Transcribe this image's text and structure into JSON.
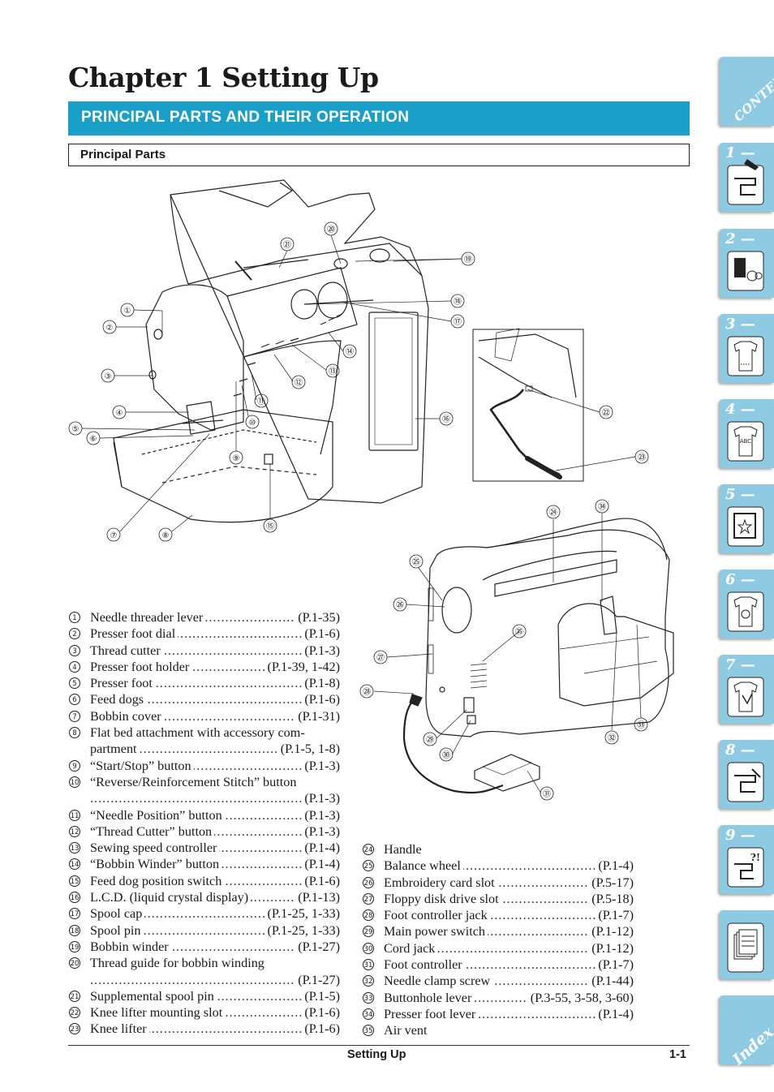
{
  "chapter_title": "Chapter 1  Setting Up",
  "section_title": "PRINCIPAL PARTS AND THEIR OPERATION",
  "subsection_title": "Principal Parts",
  "callout_numbers": [
    "①",
    "②",
    "③",
    "④",
    "⑤",
    "⑥",
    "⑦",
    "⑧",
    "⑨",
    "⑩",
    "⑪",
    "⑫",
    "⑬",
    "⑭",
    "⑮",
    "⑯",
    "⑰",
    "⑱",
    "⑲",
    "⑳",
    "㉑",
    "㉒",
    "㉓",
    "㉔",
    "㉕",
    "㉖",
    "㉗",
    "㉘",
    "㉙",
    "㉚",
    "㉛",
    "㉜",
    "㉝",
    "㉞",
    "㉟"
  ],
  "parts_left": [
    {
      "num": "1",
      "label": "Needle threader lever",
      "ref": "(P.1-35)"
    },
    {
      "num": "2",
      "label": "Presser foot dial",
      "ref": "(P.1-6)"
    },
    {
      "num": "3",
      "label": "Thread cutter",
      "ref": "(P.1-3)"
    },
    {
      "num": "4",
      "label": "Presser foot holder",
      "ref": "(P.1-39, 1-42)"
    },
    {
      "num": "5",
      "label": "Presser foot",
      "ref": "(P.1-8)"
    },
    {
      "num": "6",
      "label": "Feed dogs",
      "ref": "(P.1-6)"
    },
    {
      "num": "7",
      "label": "Bobbin cover",
      "ref": "(P.1-31)"
    },
    {
      "num": "8",
      "label": "Flat bed attachment with accessory com-",
      "ref": ""
    },
    {
      "num": "",
      "label": "partment",
      "ref": "(P.1-5, 1-8)"
    },
    {
      "num": "9",
      "label": "“Start/Stop” button",
      "ref": "(P.1-3)"
    },
    {
      "num": "10",
      "label": "“Reverse/Reinforcement Stitch” button",
      "ref": ""
    },
    {
      "num": "",
      "label": "",
      "ref": "(P.1-3)"
    },
    {
      "num": "11",
      "label": "“Needle Position” button",
      "ref": "(P.1-3)"
    },
    {
      "num": "12",
      "label": "“Thread Cutter” button",
      "ref": "(P.1-3)"
    },
    {
      "num": "13",
      "label": "Sewing speed controller",
      "ref": "(P.1-4)"
    },
    {
      "num": "14",
      "label": "“Bobbin Winder” button",
      "ref": "(P.1-4)"
    },
    {
      "num": "15",
      "label": "Feed dog position switch",
      "ref": "(P.1-6)"
    },
    {
      "num": "16",
      "label": "L.C.D. (liquid crystal display)",
      "ref": "(P.1-13)"
    },
    {
      "num": "17",
      "label": "Spool cap",
      "ref": "(P.1-25, 1-33)"
    },
    {
      "num": "18",
      "label": "Spool pin",
      "ref": "(P.1-25, 1-33)"
    },
    {
      "num": "19",
      "label": "Bobbin winder",
      "ref": "(P.1-27)"
    },
    {
      "num": "20",
      "label": "Thread guide for bobbin winding",
      "ref": ""
    },
    {
      "num": "",
      "label": "",
      "ref": "(P.1-27)"
    },
    {
      "num": "21",
      "label": "Supplemental spool pin",
      "ref": "(P.1-5)"
    },
    {
      "num": "22",
      "label": "Knee lifter mounting slot",
      "ref": "(P.1-6)"
    },
    {
      "num": "23",
      "label": "Knee lifter",
      "ref": "(P.1-6)"
    }
  ],
  "parts_right": [
    {
      "num": "24",
      "label": "Handle",
      "ref": ""
    },
    {
      "num": "25",
      "label": "Balance wheel",
      "ref": "(P.1-4)"
    },
    {
      "num": "26",
      "label": "Embroidery card slot",
      "ref": "(P.5-17)"
    },
    {
      "num": "27",
      "label": "Floppy disk drive slot",
      "ref": "(P.5-18)"
    },
    {
      "num": "28",
      "label": "Foot controller jack",
      "ref": "(P.1-7)"
    },
    {
      "num": "29",
      "label": "Main power switch",
      "ref": "(P.1-12)"
    },
    {
      "num": "30",
      "label": "Cord jack",
      "ref": "(P.1-12)"
    },
    {
      "num": "31",
      "label": "Foot controller",
      "ref": "(P.1-7)"
    },
    {
      "num": "32",
      "label": "Needle clamp screw",
      "ref": "(P.1-44)"
    },
    {
      "num": "33",
      "label": "Buttonhole lever",
      "ref": "(P.3-55, 3-58, 3-60)"
    },
    {
      "num": "34",
      "label": "Presser foot lever",
      "ref": "(P.1-4)"
    },
    {
      "num": "35",
      "label": "Air vent",
      "ref": ""
    }
  ],
  "footer": {
    "section": "Setting Up",
    "page": "1-1"
  },
  "tabs": {
    "contents": "CONTENTS",
    "items": [
      "1 —",
      "2 —",
      "3 —",
      "4 —",
      "5 —",
      "6 —",
      "7 —",
      "8 —",
      "9 —"
    ],
    "index": "Index",
    "tab4_icon_text": "ABC",
    "tab9_icon_text": "?!"
  },
  "colors": {
    "section_bar": "#1a9fc9",
    "tab": "#8ecbe2"
  }
}
